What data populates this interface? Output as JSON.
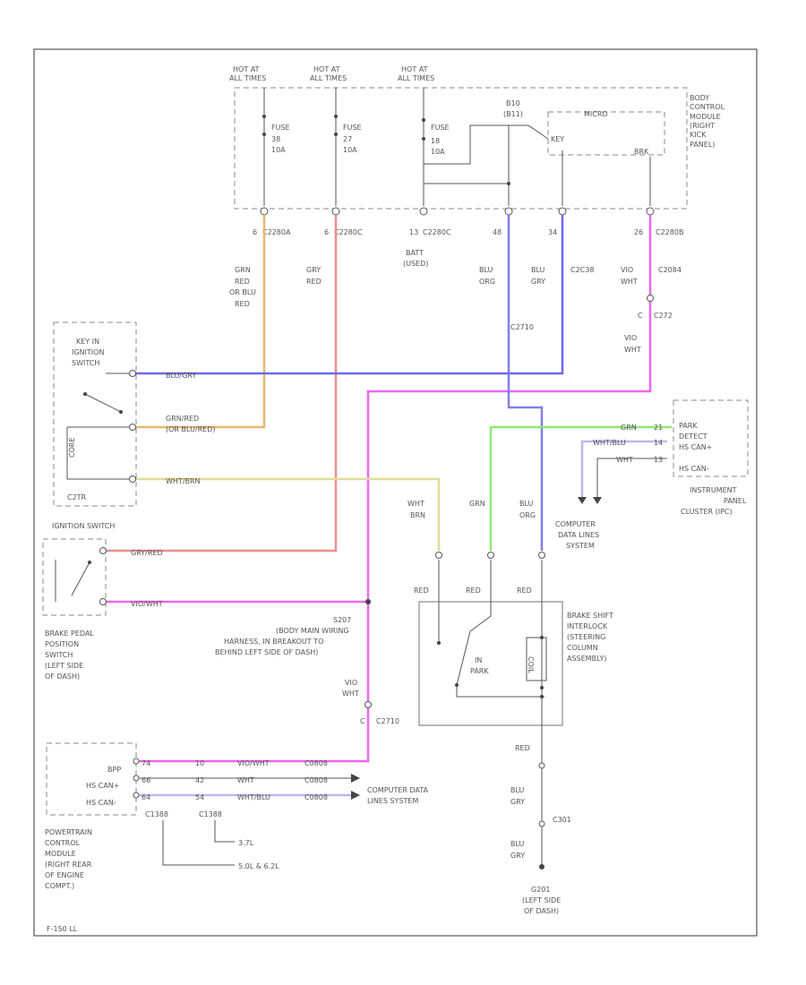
{
  "hot_labels": [
    [
      "HOT AT",
      "ALL TIMES"
    ],
    [
      "HOT AT",
      "ALL TIMES"
    ],
    [
      "HOT AT",
      "ALL TIMES"
    ]
  ],
  "fuses": [
    [
      "FUSE",
      "38",
      "10A"
    ],
    [
      "FUSE",
      "27",
      "10A"
    ],
    [
      "FUSE",
      "18",
      "10A"
    ]
  ],
  "bcm": {
    "label": [
      "BODY",
      "CONTROL",
      "MODULE",
      "(RIGHT",
      "KICK",
      "PANEL)"
    ],
    "b10": [
      "B10",
      "(B11)"
    ],
    "micro": "MICRO",
    "key_label": "KEY",
    "brk_label": "BRK",
    "pins": [
      "6",
      "6",
      "13",
      "48",
      "34",
      "26"
    ],
    "conns": [
      "C2280A",
      "C2280C",
      "C2280C",
      "C2280B"
    ],
    "batt": [
      "BATT",
      "(USED)"
    ]
  },
  "wires": {
    "w1": [
      "GRN",
      "RED",
      "OR BLU",
      "RED"
    ],
    "w2": [
      "GRY",
      "RED"
    ],
    "w3": [
      "BLU",
      "ORG"
    ],
    "w4": [
      "BLU",
      "GRY"
    ],
    "w4_conn": "C2C38",
    "w5": [
      "VIO",
      "WHT"
    ],
    "w5_conn": "C2084",
    "c2272": [
      "C",
      "C272"
    ],
    "w5b": [
      "VIO",
      "WHT"
    ],
    "c2710": "C2710",
    "wht_brn": [
      "WHT",
      "BRN"
    ],
    "grn": "GRN",
    "blu_org": [
      "BLU",
      "ORG"
    ],
    "red": "RED",
    "blu_gry": [
      "BLU",
      "GRY"
    ],
    "c301": "C301",
    "blu_gry2": [
      "BLU",
      "GRY"
    ]
  },
  "ignition": {
    "label": [
      "KEY IN",
      "IGNITION",
      "SWITCH"
    ],
    "coil": "CORE",
    "cdtr": "C2TR",
    "title": "IGNITION SWITCH",
    "w_blu": "BLU/GRY",
    "w_grn": [
      "GRN/RED",
      "(OR BLU/RED)"
    ],
    "w_wht": "WHT/BRN"
  },
  "ipc": {
    "lines": [
      "PARK",
      "DETECT",
      "HS CAN+",
      "HS CAN-"
    ],
    "w_grn": "GRN",
    "pin1": "21",
    "w_wht_blu": "WHT/BLU",
    "pin2": "14",
    "w_wht": "WHT",
    "pin3": "13",
    "label": [
      "INSTRUMENT",
      "PANEL",
      "CLUSTER (IPC)"
    ],
    "comp": [
      "COMPUTER",
      "DATA LINES",
      "SYSTEM"
    ]
  },
  "bpp": {
    "label": [
      "BRAKE PEDAL",
      "POSITION",
      "SWITCH",
      "(LEFT SIDE",
      "OF DASH)"
    ],
    "w1": "GRY/RED",
    "w2": "VIO/WHT"
  },
  "splice": [
    "S207",
    "(BODY MAIN WIRING",
    "HARNESS, IN BREAKOUT TO",
    "BEHIND LEFT SIDE OF DASH)"
  ],
  "vio_wht": [
    "VIO",
    "WHT"
  ],
  "c2710b": [
    "C",
    "C2710"
  ],
  "bsi": {
    "label": [
      "BRAKE SHIFT",
      "INTERLOCK",
      "(STEERING",
      "COLUMN",
      "ASSEMBLY)"
    ],
    "red": [
      "RED",
      "RED",
      "RED"
    ],
    "in_park": [
      "IN",
      "PARK"
    ],
    "coil": "COIL"
  },
  "pcm": {
    "label": [
      "POWERTRAIN",
      "CONTROL",
      "MODULE",
      "(RIGHT REAR",
      "OF ENGINE",
      "COMPT.)"
    ],
    "rows": [
      "BPP",
      "HS CAN+",
      "HS CAN-"
    ],
    "pins": [
      "74",
      "66",
      "64"
    ],
    "pins2": [
      "10",
      "42",
      "54"
    ],
    "wires": [
      "VIO/WHT",
      "WHT",
      "WHT/BLU"
    ],
    "conns": [
      "C0808",
      "C0808",
      "C0808"
    ],
    "bot_conns": [
      "C1388",
      "C1388"
    ],
    "comp": [
      "COMPUTER DATA",
      "LINES SYSTEM"
    ],
    "eng1": "3.7L",
    "eng2": "5.0L & 6.2L"
  },
  "ground": [
    "G201",
    "(LEFT SIDE",
    "OF DASH)"
  ],
  "footer": "F-150 LL"
}
